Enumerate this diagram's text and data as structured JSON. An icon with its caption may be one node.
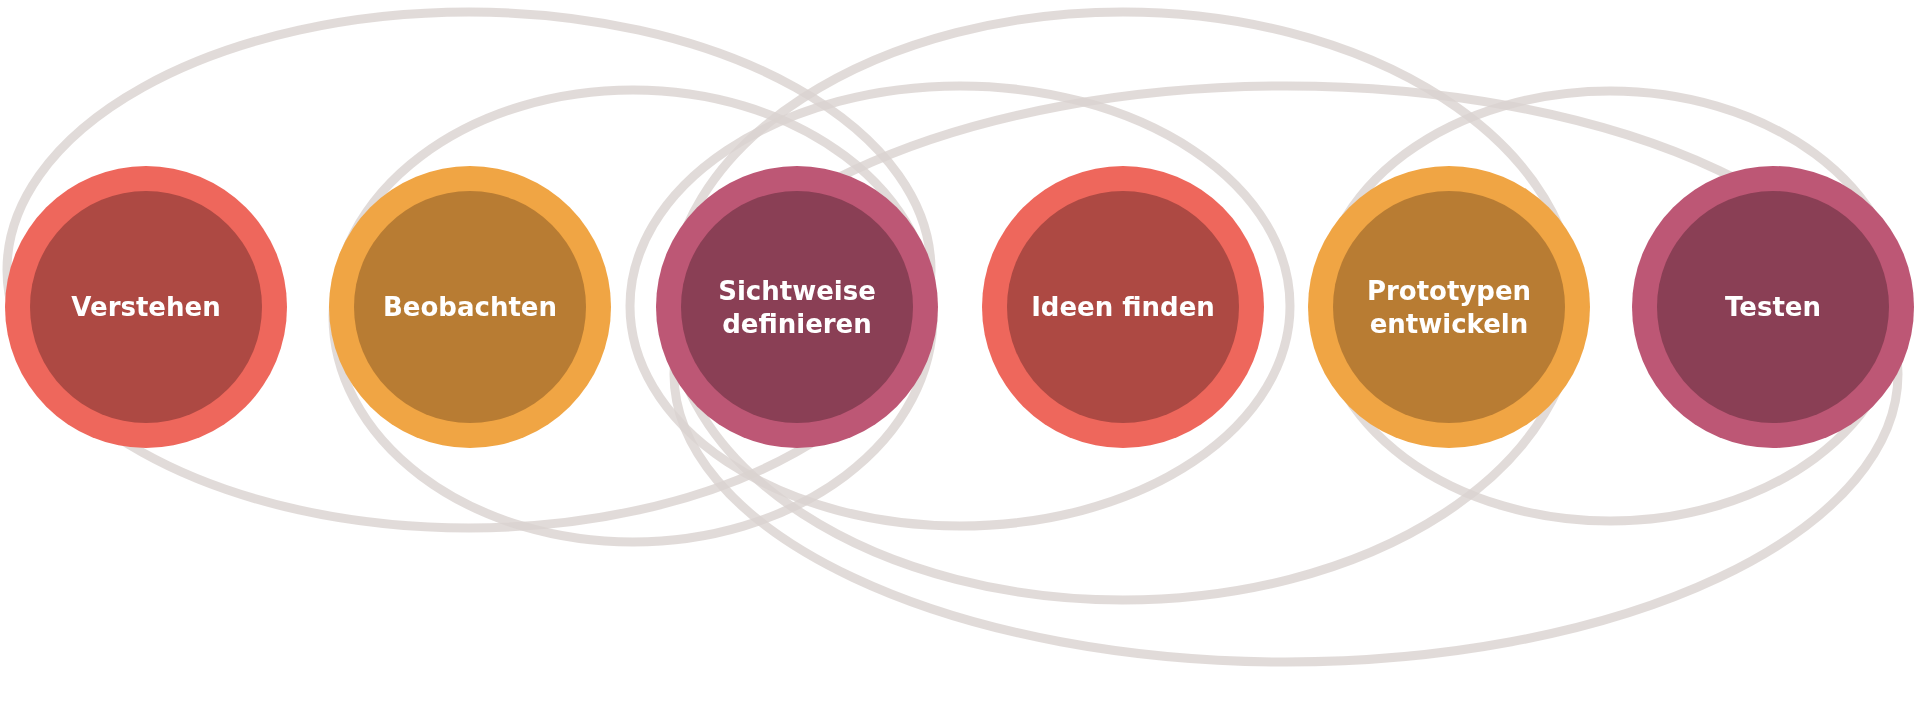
{
  "diagram": {
    "nodes": [
      {
        "text": [
          "Verstehen"
        ]
      },
      {
        "text": [
          "Beobachten"
        ]
      },
      {
        "text": [
          "Sichtweise definieren"
        ]
      },
      {
        "text": [
          "Ideen finden"
        ]
      },
      {
        "text": [
          "Prototypen entwickeln"
        ]
      },
      {
        "text": [
          "Testen"
        ]
      }
    ]
  }
}
